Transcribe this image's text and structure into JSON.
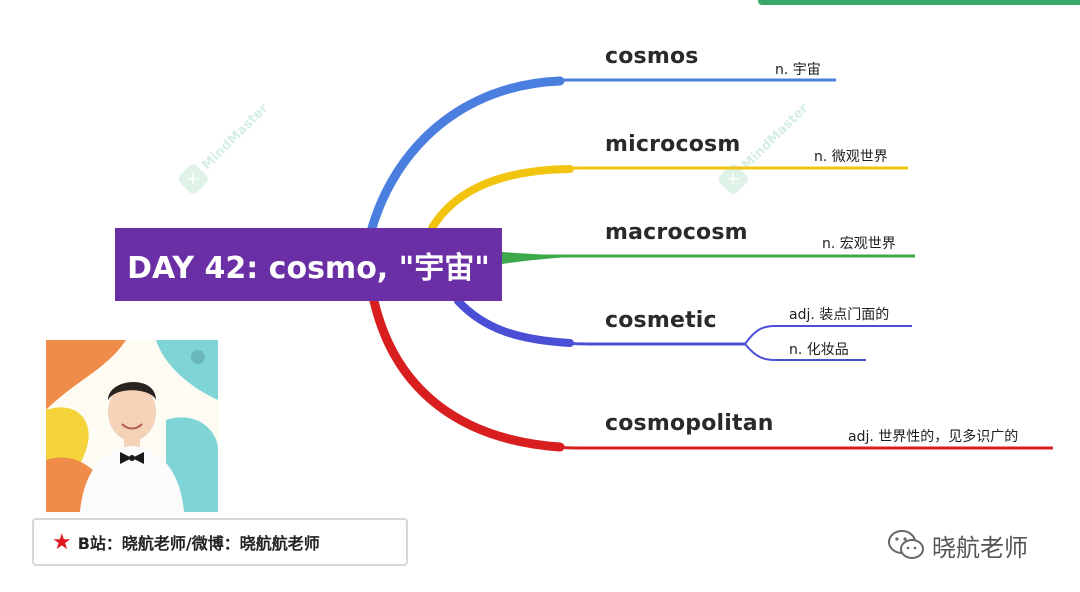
{
  "central_topic": "DAY 42: cosmo, \"宇宙\"",
  "branches": [
    {
      "word": "cosmos",
      "definitions": [
        "n. 宇宙"
      ],
      "color": "#4a7fe0"
    },
    {
      "word": "microcosm",
      "definitions": [
        "n. 微观世界"
      ],
      "color": "#f1c40f"
    },
    {
      "word": "macrocosm",
      "definitions": [
        "n. 宏观世界"
      ],
      "color": "#3da84a"
    },
    {
      "word": "cosmetic",
      "definitions": [
        "adj. 装点门面的",
        "n. 化妆品"
      ],
      "color": "#4b4fd6"
    },
    {
      "word": "cosmopolitan",
      "definitions": [
        "adj. 世界性的，见多识广的"
      ],
      "color": "#d81e1e"
    }
  ],
  "watermark": "MindMaster",
  "credit": "B站：晓航老师/微博：晓航航老师",
  "wechat_account": "晓航老师",
  "colors": {
    "central_bg": "#6a2fa5",
    "top_accent": "#3aa86b"
  }
}
